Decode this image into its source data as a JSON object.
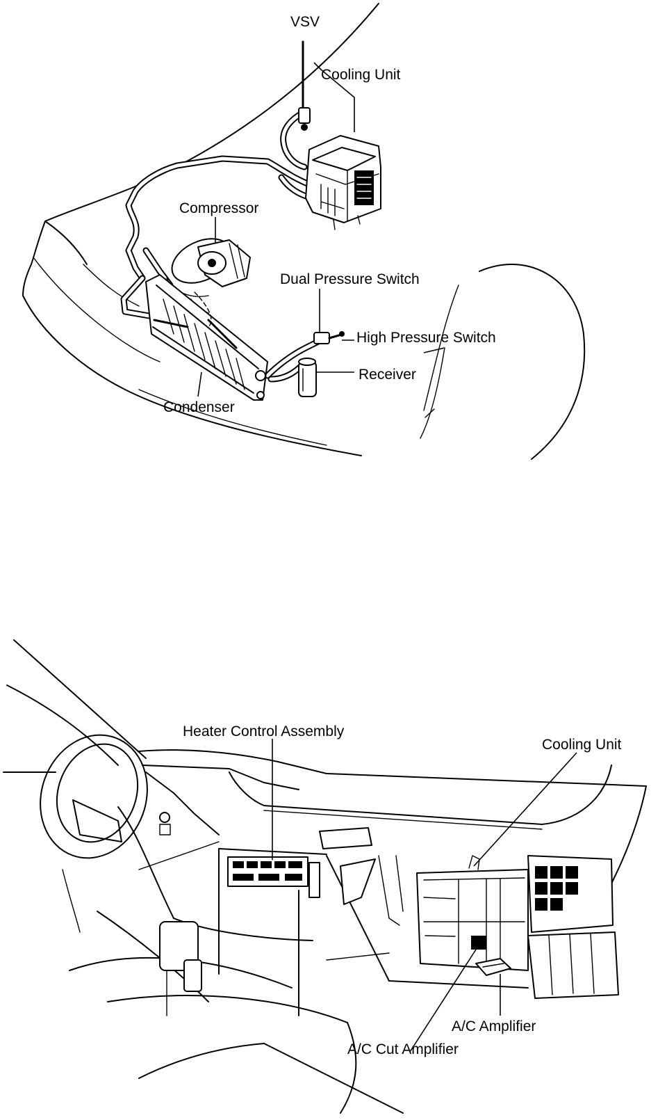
{
  "engine_view": {
    "labels": {
      "vsv": "VSV",
      "cooling_unit": "Cooling Unit",
      "compressor": "Compressor",
      "dual_pressure_switch": "Dual Pressure Switch",
      "high_pressure_switch": "High Pressure Switch",
      "receiver": "Receiver",
      "condenser": "Condenser"
    }
  },
  "cabin_view": {
    "labels": {
      "heater_control_assembly": "Heater Control Assembly",
      "cooling_unit": "Cooling Unit",
      "ac_amplifier": "A/C Amplifier",
      "ac_cut_amplifier": "A/C Cut Amplifier"
    }
  }
}
